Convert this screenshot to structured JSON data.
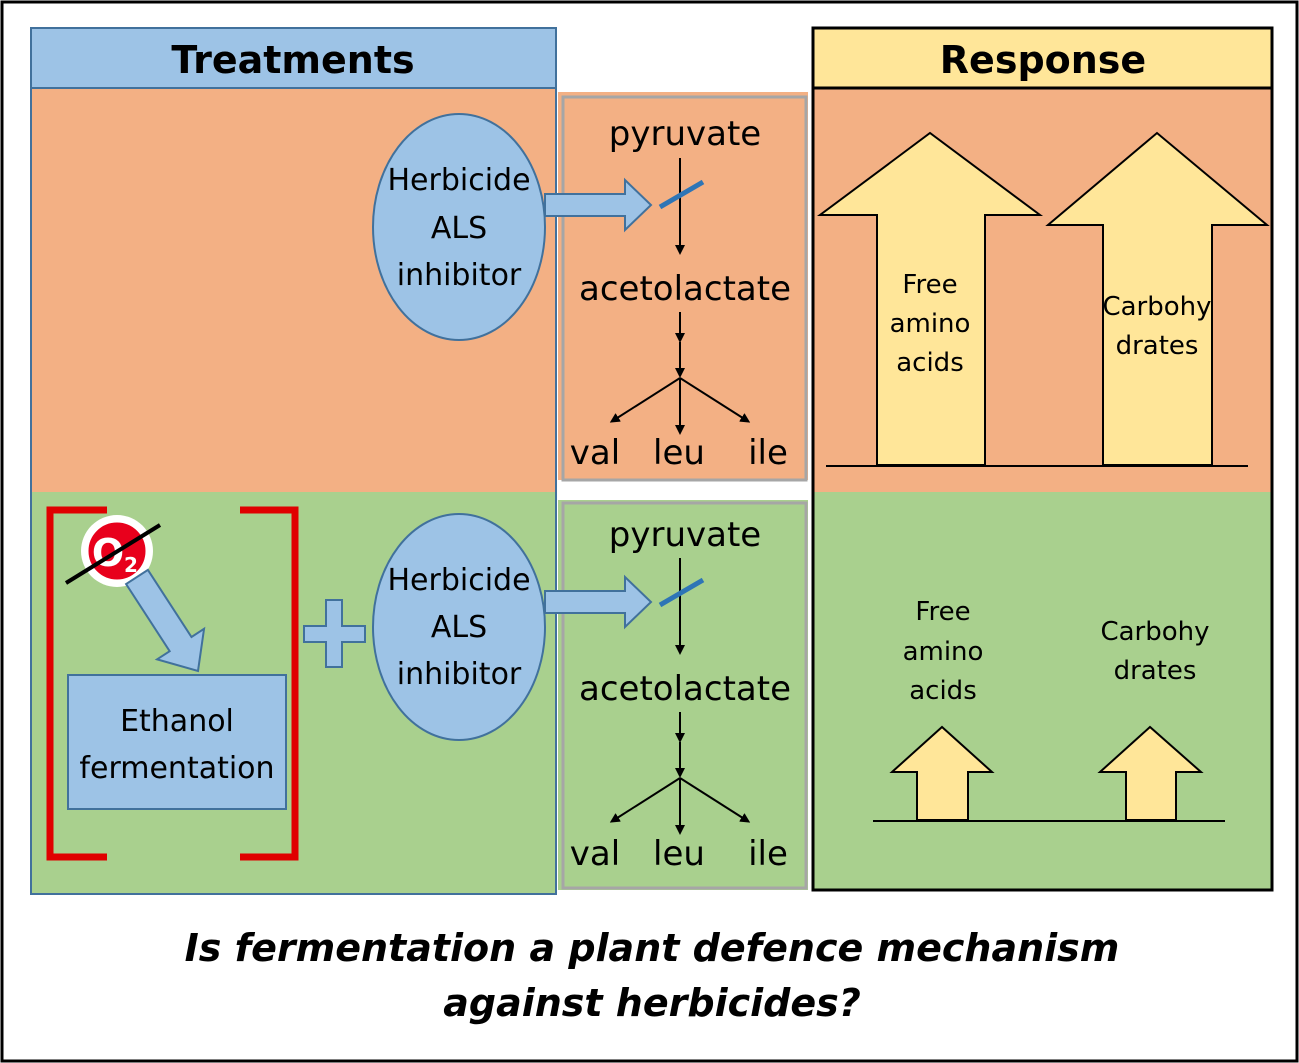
{
  "treatments_header": "Treatments",
  "response_header": "Response",
  "herbicide_top": [
    "Herbicide",
    "ALS",
    "inhibitor"
  ],
  "herbicide_bottom": [
    "Herbicide",
    "ALS",
    "inhibitor"
  ],
  "oxygen_symbol": "O",
  "oxygen_subscript": "2",
  "ethanol_box": [
    "Ethanol",
    "fermentation"
  ],
  "pathway_top": {
    "start": "pyruvate",
    "middle": "acetolactate",
    "products": [
      "val",
      "leu",
      "ile"
    ]
  },
  "pathway_bottom": {
    "start": "pyruvate",
    "middle": "acetolactate",
    "products": [
      "val",
      "leu",
      "ile"
    ]
  },
  "response_top": {
    "amino": [
      "Free",
      "amino",
      "acids"
    ],
    "carbs": [
      "Carbohy",
      "drates"
    ]
  },
  "response_bottom": {
    "amino": [
      "Free",
      "amino",
      "acids"
    ],
    "carbs": [
      "Carbohy",
      "drates"
    ]
  },
  "caption": [
    "Is fermentation a plant defence mechanism",
    "against herbicides?"
  ],
  "colors": {
    "salmon": "#f3b084",
    "green": "#a9d08e",
    "blue": "#9dc3e6",
    "blue_border": "#41719c",
    "yellow": "#ffe699",
    "red_bracket": "#e00000",
    "inhibit_mark": "#2e75b6"
  }
}
